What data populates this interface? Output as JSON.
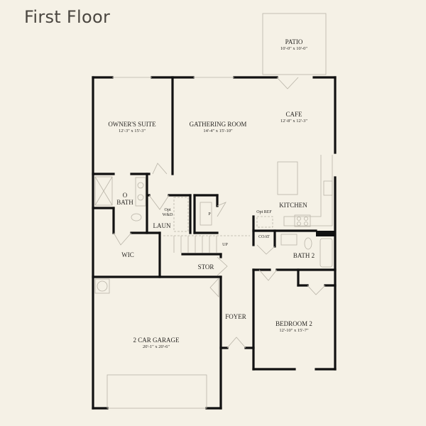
{
  "title": "First Floor",
  "rooms": {
    "patio": {
      "name": "PATIO",
      "dims": "10'-0\" x 10'-0\""
    },
    "owners_suite": {
      "name": "OWNER'S SUITE",
      "dims": "12'-3\" x 15'-3\""
    },
    "gathering_room": {
      "name": "GATHERING ROOM",
      "dims": "14'-4\" x 15'-10\""
    },
    "cafe": {
      "name": "CAFE",
      "dims": "12'-8\" x 12'-3\""
    },
    "kitchen": {
      "name": "KITCHEN"
    },
    "opt_ref": {
      "name": "Opt REF"
    },
    "o_bath": {
      "line1": "O",
      "line2": "BATH"
    },
    "opt_wd": {
      "line1": "Opt",
      "line2": "W&D"
    },
    "laun": {
      "name": "LAUN"
    },
    "pantry": {
      "name": "P"
    },
    "coat": {
      "name": "COAT"
    },
    "bath2": {
      "name": "BATH 2"
    },
    "up": {
      "name": "UP"
    },
    "wic": {
      "name": "WIC"
    },
    "stor": {
      "name": "STOR"
    },
    "foyer": {
      "name": "FOYER"
    },
    "bedroom2": {
      "name": "BEDROOM 2",
      "dims": "12'-10\" x 15'-7\""
    },
    "garage": {
      "name": "2 CAR GARAGE",
      "dims": "20'-1\" x 20'-6\""
    }
  },
  "colors": {
    "background": "#f5f1e6",
    "wall": "#111111",
    "fixture": "#b9b4a8",
    "text": "#2a2825"
  }
}
